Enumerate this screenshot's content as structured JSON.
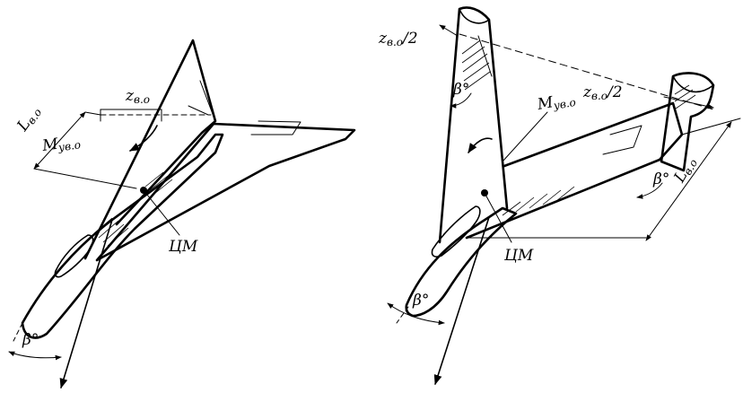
{
  "left_aircraft": {
    "label_lvo": {
      "main": "L",
      "sub": "в.о"
    },
    "label_zvo": {
      "main": "z",
      "sub": "в.о"
    },
    "label_myvo": {
      "main": "M",
      "sub": "ув.о"
    },
    "label_cm": "ЦМ",
    "label_beta": "β°"
  },
  "right_aircraft": {
    "label_zvo_half_top": {
      "main": "z",
      "sub": "в.о",
      "suffix": "/2"
    },
    "label_zvo_half_mid": {
      "main": "z",
      "sub": "в.о",
      "suffix": "/2"
    },
    "label_myvo": {
      "main": "M",
      "sub": "ув.о"
    },
    "label_lvo": {
      "main": "L",
      "sub": "в.о"
    },
    "label_cm": "ЦМ",
    "label_beta_fin_left": "β°",
    "label_beta_fin_right": "β°",
    "label_beta_nose": "β°"
  }
}
